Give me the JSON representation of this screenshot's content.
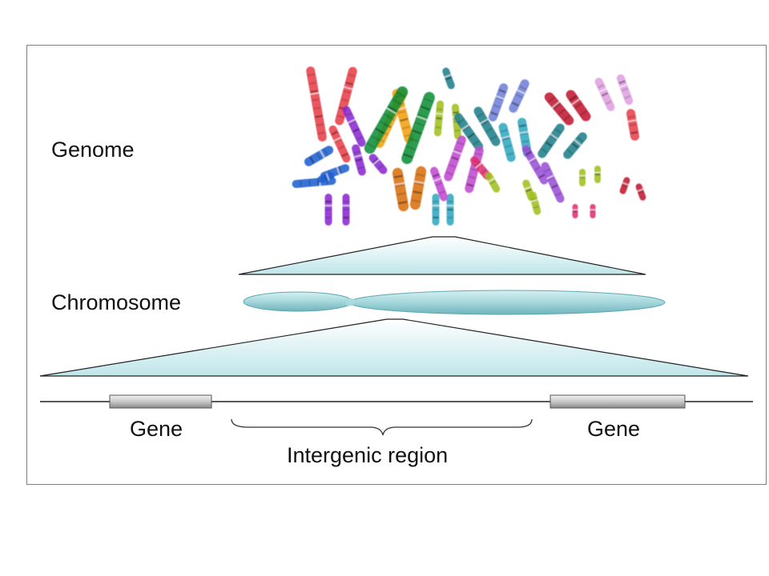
{
  "labels": {
    "genome": "Genome",
    "chromosome": "Chromosome",
    "gene_left": "Gene",
    "gene_right": "Gene",
    "intergenic": "Intergenic region"
  },
  "colors": {
    "frame": "#7f7f7f",
    "chromosome_fill": "#a9dade",
    "chromosome_edge": "#5ea8b1",
    "funnel_fill_top": "#ffffff",
    "funnel_fill_bottom": "#bfe6ea",
    "gene_fill": "#c8c8c8",
    "line": "#222222"
  },
  "karyotype_colors": [
    "#e8404a",
    "#2060d0",
    "#8a2bd0",
    "#f4a010",
    "#129038",
    "#d87010",
    "#30a8c0",
    "#20808a",
    "#c04ad0",
    "#c01830",
    "#7080d8",
    "#a0c020",
    "#e0a0e0",
    "#60c8c0",
    "#e03070",
    "#9a50d8"
  ]
}
